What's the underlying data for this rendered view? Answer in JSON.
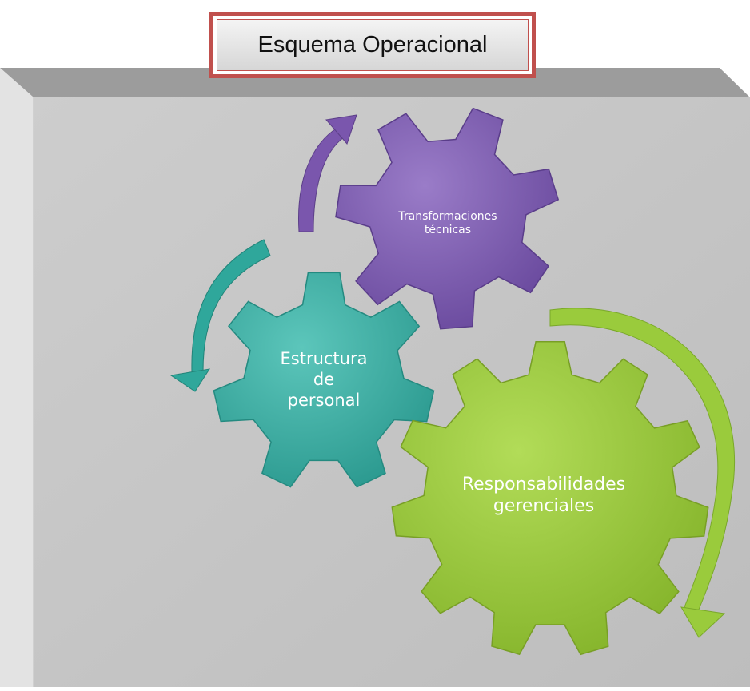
{
  "title": "Esquema Operacional",
  "gears": {
    "tecnicas": {
      "line1": "Transformaciones",
      "line2": "técnicas",
      "color": "#7d5eb0"
    },
    "personal": {
      "line1": "Estructura",
      "line2": "de",
      "line3": "personal",
      "color": "#3fb0a6"
    },
    "gerencial": {
      "line1": "Responsabilidades",
      "line2": "gerenciales",
      "color": "#9acb3c"
    }
  },
  "colors": {
    "panel": "#c6c6c6",
    "panel_top": "#9a9a9a",
    "panel_side": "#e0e0e0",
    "title_border": "#c0504d",
    "arrow_purple": "#7a56ad",
    "arrow_teal": "#2fa79b",
    "arrow_green": "#9acb3c"
  }
}
